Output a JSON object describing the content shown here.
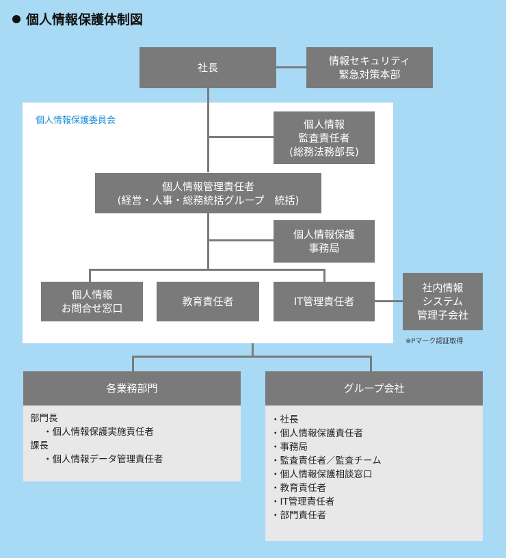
{
  "title": "個人情報保護体制図",
  "nodes": {
    "president": "社長",
    "security_hq": "情報セキュリティ\n緊急対策本部",
    "committee": "個人情報保護委員会",
    "auditor": "個人情報\n監査責任者\n(総務法務部長)",
    "manager": "個人情報管理責任者\n(経営・人事・総務統括グループ　統括)",
    "office": "個人情報保護\n事務局",
    "contact": "個人情報\nお問合せ窓口",
    "education": "教育責任者",
    "it": "IT管理責任者",
    "subsidiary": "社内情報\nシステム\n管理子会社",
    "pmark_note": "※Pマーク認証取得",
    "departments": "各業務部門",
    "group": "グループ会社"
  },
  "departments_list": [
    "部門長",
    "・個人情報保護実施責任者",
    "課長",
    "・個人情報データ管理責任者"
  ],
  "group_list": [
    "・社長",
    "・個人情報保護責任者",
    "・事務局",
    "・監査責任者／監査チーム",
    "・個人情報保護相談窓口",
    "・教育責任者",
    "・IT管理責任者",
    "・部門責任者"
  ]
}
